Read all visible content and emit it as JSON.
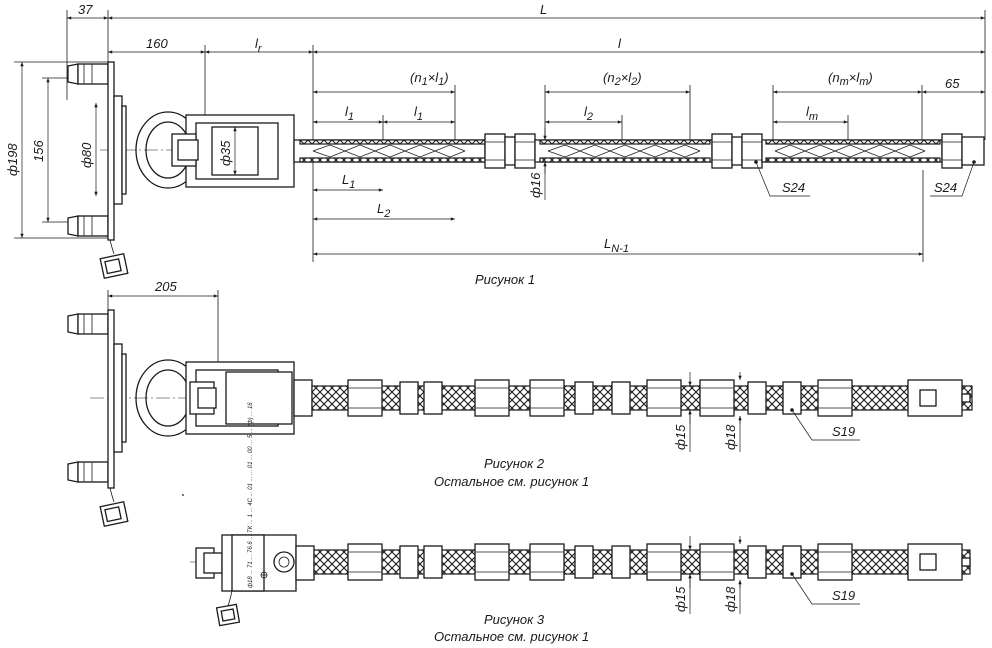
{
  "figure1": {
    "caption": "Рисунок 1",
    "dims": {
      "overall_length": "L",
      "offset_37": "37",
      "offset_160": "160",
      "lr": "l",
      "lr_sub": "r",
      "l": "l",
      "n1l1": "(n",
      "n1l1_sub": "1",
      "n1l1_mid": "×l",
      "n1l1_sub2": "1",
      "n1l1_end": ")",
      "n2l2": "(n",
      "n2l2_sub": "2",
      "n2l2_mid": "×l",
      "n2l2_sub2": "2",
      "n2l2_end": ")",
      "nmlm": "(n",
      "nmlm_sub": "m",
      "nmlm_mid": "×l",
      "nmlm_sub2": "m",
      "nmlm_end": ")",
      "d65": "65",
      "l1a": "l",
      "l1a_sub": "1",
      "l1b": "l",
      "l1b_sub": "1",
      "l2": "l",
      "l2_sub": "2",
      "lm": "l",
      "lm_sub": "m",
      "L1": "L",
      "L1_sub": "1",
      "L2": "L",
      "L2_sub": "2",
      "LN1": "L",
      "LN1_sub": "N-1",
      "d198": "ф198",
      "d156": "156",
      "d80": "ф80",
      "d35": "ф35",
      "d16": "ф16",
      "s24a": "S24",
      "s24b": "S24"
    }
  },
  "figure2": {
    "caption": "Рисунок 2",
    "caption2": "Остальное см. рисунок 1",
    "dims": {
      "d205": "205",
      "d15": "ф15",
      "d18": "ф18",
      "s19": "S19"
    }
  },
  "figure3": {
    "caption": "Рисунок 3",
    "caption2": "Остальное см. рисунок 1",
    "dims": {
      "d15": "ф15",
      "d18": "ф18",
      "s19": "S19"
    },
    "plate_text": "ф18 ... 71 ... 76.6 ... ТК ... 1 ... 4С ... 01 ... ... 01 ... 00 ... 5 ... (ф) ... 16"
  }
}
